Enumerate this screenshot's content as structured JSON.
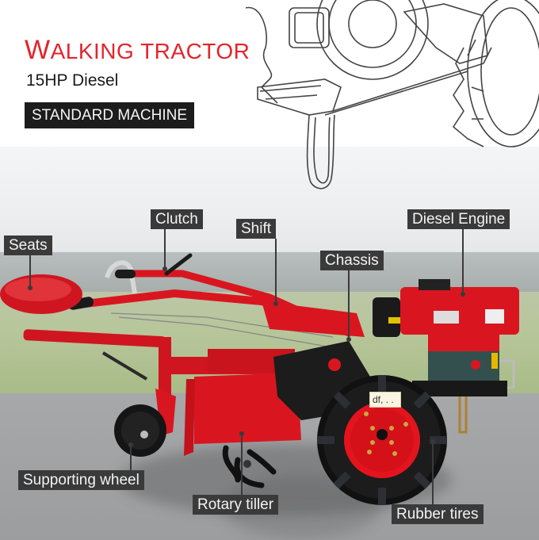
{
  "header": {
    "title_initial": "W",
    "title_rest": "ALKING TRACTOR",
    "subtitle": "15HP Diesel",
    "badge": "STANDARD MACHINE"
  },
  "colors": {
    "accent_red": "#e2252b",
    "label_bg": "#3a3a3a",
    "badge_bg": "#1c1c1c",
    "machine_red": "#d9161f"
  },
  "callouts": {
    "seats": "Seats",
    "clutch": "Clutch",
    "shift": "Shift",
    "chassis": "Chassis",
    "diesel_engine": "Diesel Engine",
    "supporting_wheel": "Supporting wheel",
    "rotary_tiller": "Rotary tiller",
    "rubber_tires": "Rubber tires"
  },
  "sticker_text": "df,  . ."
}
